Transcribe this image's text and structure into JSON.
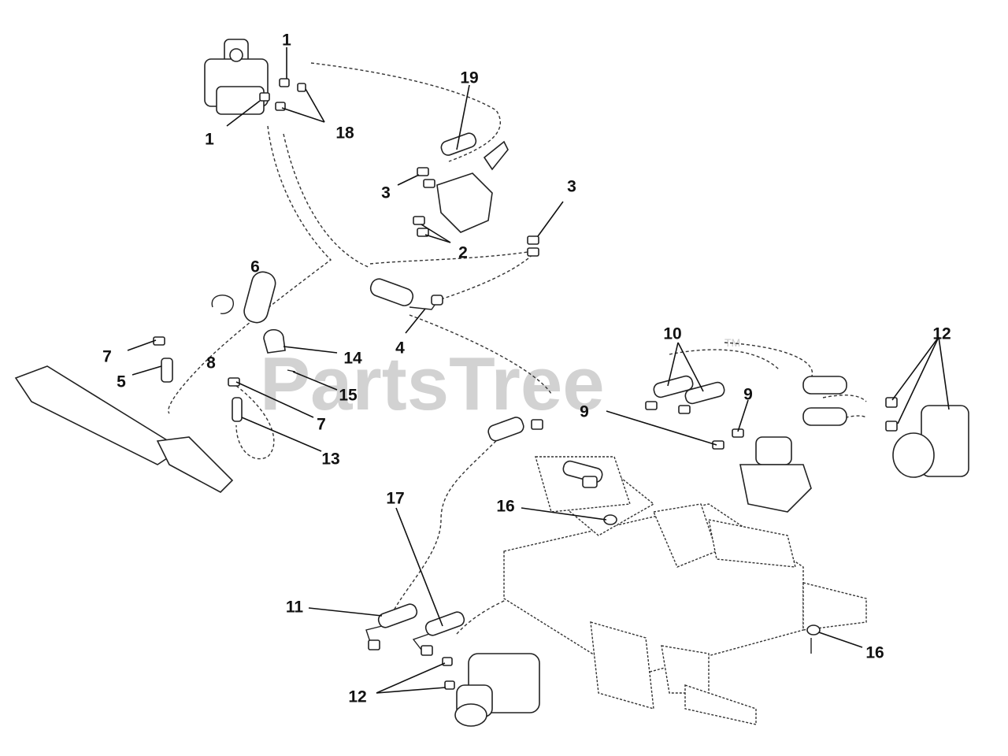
{
  "watermark": {
    "text": "PartsTree",
    "trademark": "TM"
  },
  "callouts": [
    "1",
    "1",
    "18",
    "19",
    "3",
    "3",
    "2",
    "6",
    "4",
    "8",
    "7",
    "14",
    "5",
    "15",
    "7",
    "13",
    "10",
    "12",
    "9",
    "9",
    "16",
    "17",
    "11",
    "16",
    "12"
  ]
}
